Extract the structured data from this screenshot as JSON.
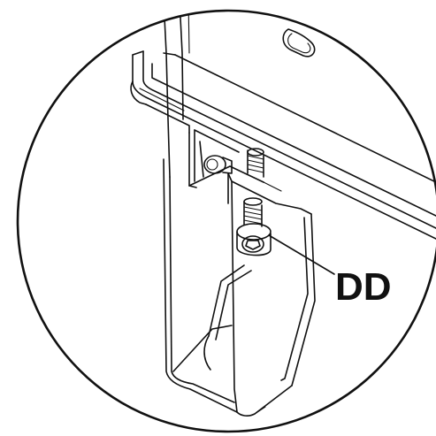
{
  "callout": {
    "label": "DD"
  },
  "colors": {
    "line": "#111111",
    "background": "#ffffff"
  },
  "icons": {
    "detail": "magnified-detail-circle",
    "fastener": "socket-head-cap-screw"
  }
}
